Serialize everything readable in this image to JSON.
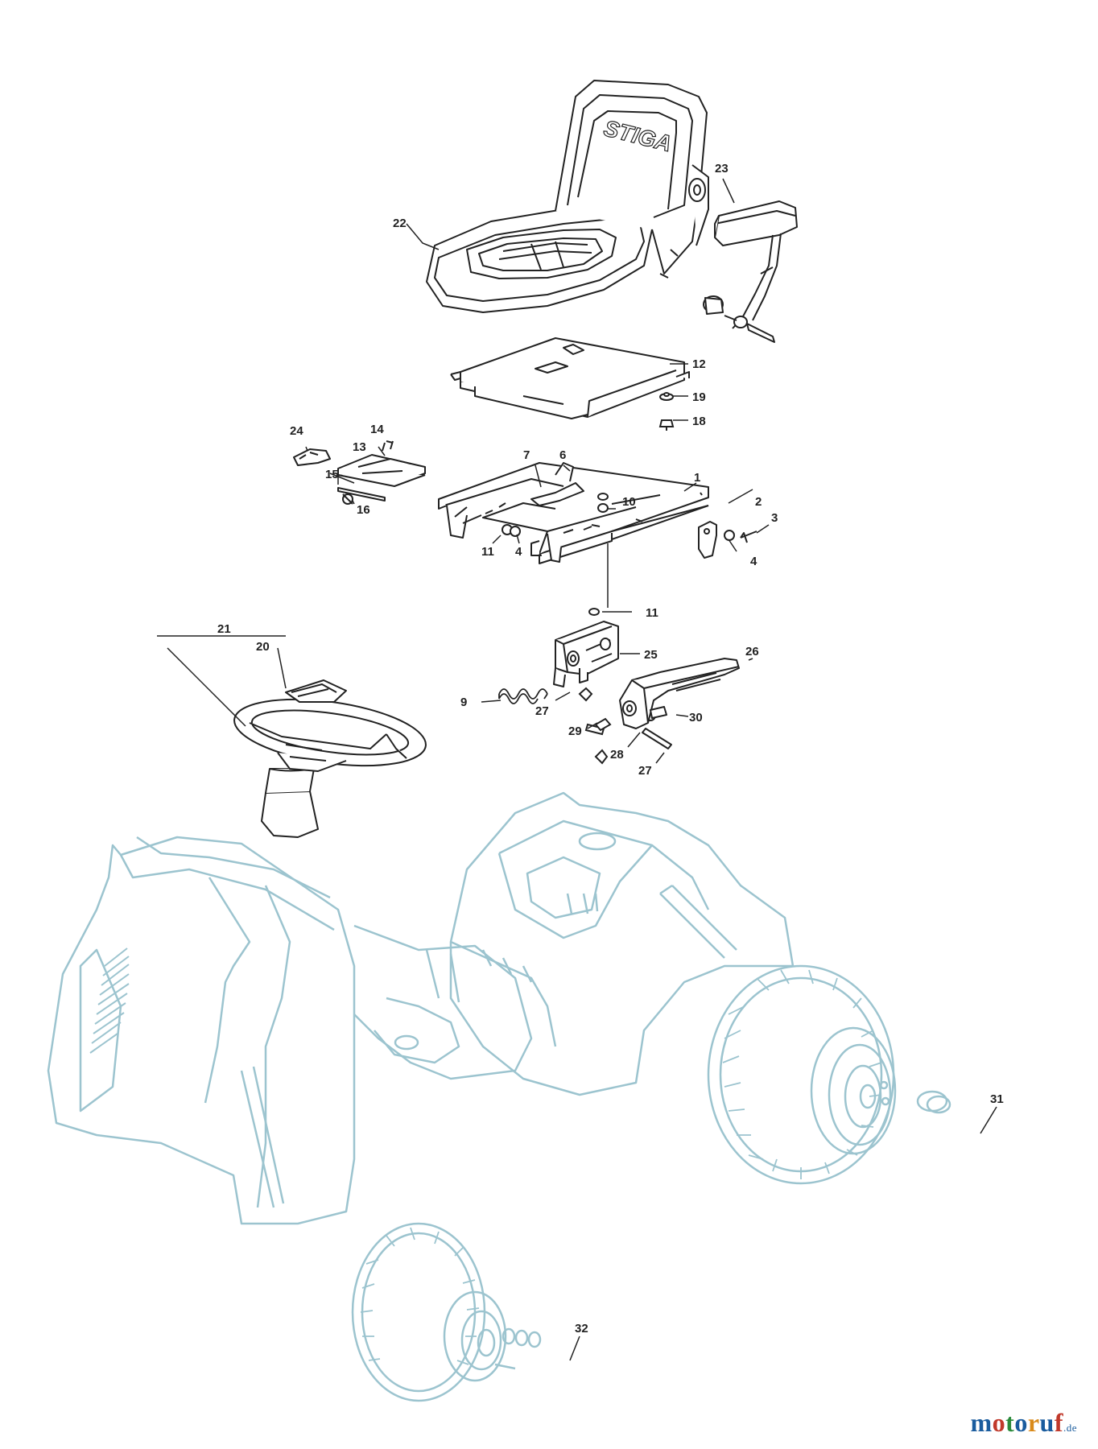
{
  "diagram": {
    "parts": [
      {
        "id": "p1",
        "number": "1"
      },
      {
        "id": "p2",
        "number": "2"
      },
      {
        "id": "p3",
        "number": "3"
      },
      {
        "id": "p4a",
        "number": "4"
      },
      {
        "id": "p4b",
        "number": "4"
      },
      {
        "id": "p6",
        "number": "6"
      },
      {
        "id": "p7",
        "number": "7"
      },
      {
        "id": "p9",
        "number": "9"
      },
      {
        "id": "p10",
        "number": "10"
      },
      {
        "id": "p11a",
        "number": "11"
      },
      {
        "id": "p11b",
        "number": "11"
      },
      {
        "id": "p12",
        "number": "12"
      },
      {
        "id": "p13",
        "number": "13"
      },
      {
        "id": "p14",
        "number": "14"
      },
      {
        "id": "p15",
        "number": "15"
      },
      {
        "id": "p16",
        "number": "16"
      },
      {
        "id": "p18",
        "number": "18"
      },
      {
        "id": "p19",
        "number": "19"
      },
      {
        "id": "p20",
        "number": "20"
      },
      {
        "id": "p21",
        "number": "21"
      },
      {
        "id": "p22",
        "number": "22"
      },
      {
        "id": "p23",
        "number": "23"
      },
      {
        "id": "p24",
        "number": "24"
      },
      {
        "id": "p25",
        "number": "25"
      },
      {
        "id": "p26",
        "number": "26"
      },
      {
        "id": "p27a",
        "number": "27"
      },
      {
        "id": "p27b",
        "number": "27"
      },
      {
        "id": "p28",
        "number": "28"
      },
      {
        "id": "p29",
        "number": "29"
      },
      {
        "id": "p30",
        "number": "30"
      },
      {
        "id": "p31",
        "number": "31"
      },
      {
        "id": "p32",
        "number": "32"
      }
    ],
    "seat_logo": "STIGA"
  },
  "watermark": {
    "letters": [
      "m",
      "o",
      "t",
      "o",
      "r",
      "u",
      "f"
    ],
    "letter_colors": [
      "#1a5c9e",
      "#c0392b",
      "#2a8a3a",
      "#1a5c9e",
      "#d98a1a",
      "#1a5c9e",
      "#c0392b"
    ],
    "suffix": ".de"
  },
  "colors": {
    "line": "#222222",
    "faded": "#9cc4cf"
  }
}
